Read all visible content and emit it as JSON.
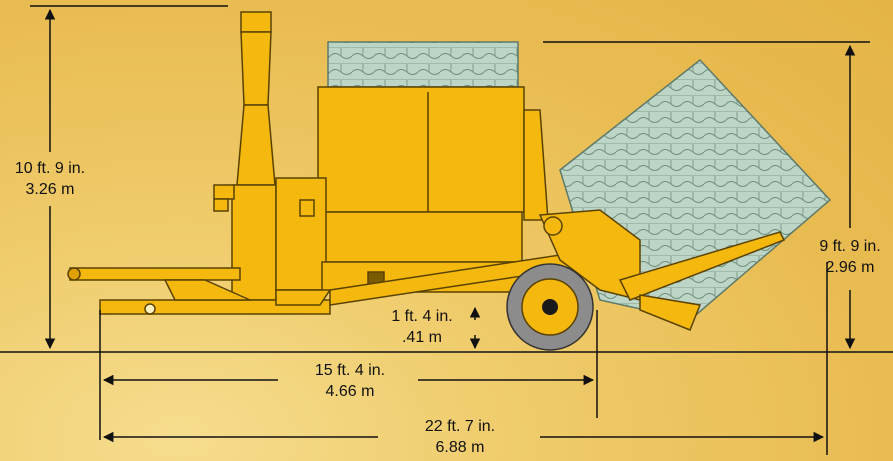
{
  "dimensions": {
    "overall_height": {
      "imperial": "10 ft. 9 in.",
      "metric": "3.26 m"
    },
    "tilted_height": {
      "imperial": "9 ft. 9 in.",
      "metric": "2.96 m"
    },
    "ground_clearance": {
      "imperial": "1 ft. 4 in.",
      "metric": ".41 m"
    },
    "length_to_wheel": {
      "imperial": "15 ft. 4 in.",
      "metric": "4.66 m"
    },
    "overall_length": {
      "imperial": "22 ft. 7 in.",
      "metric": "6.88 m"
    }
  },
  "colors": {
    "machine_yellow": "#f5b80f",
    "outline": "#5a4300",
    "bale_green": "#b9d3c4",
    "tire": "#8c8c8c",
    "background": "#e9bc52"
  },
  "icons": [
    "machine-illustration",
    "bale-stack",
    "dimension-arrow"
  ]
}
